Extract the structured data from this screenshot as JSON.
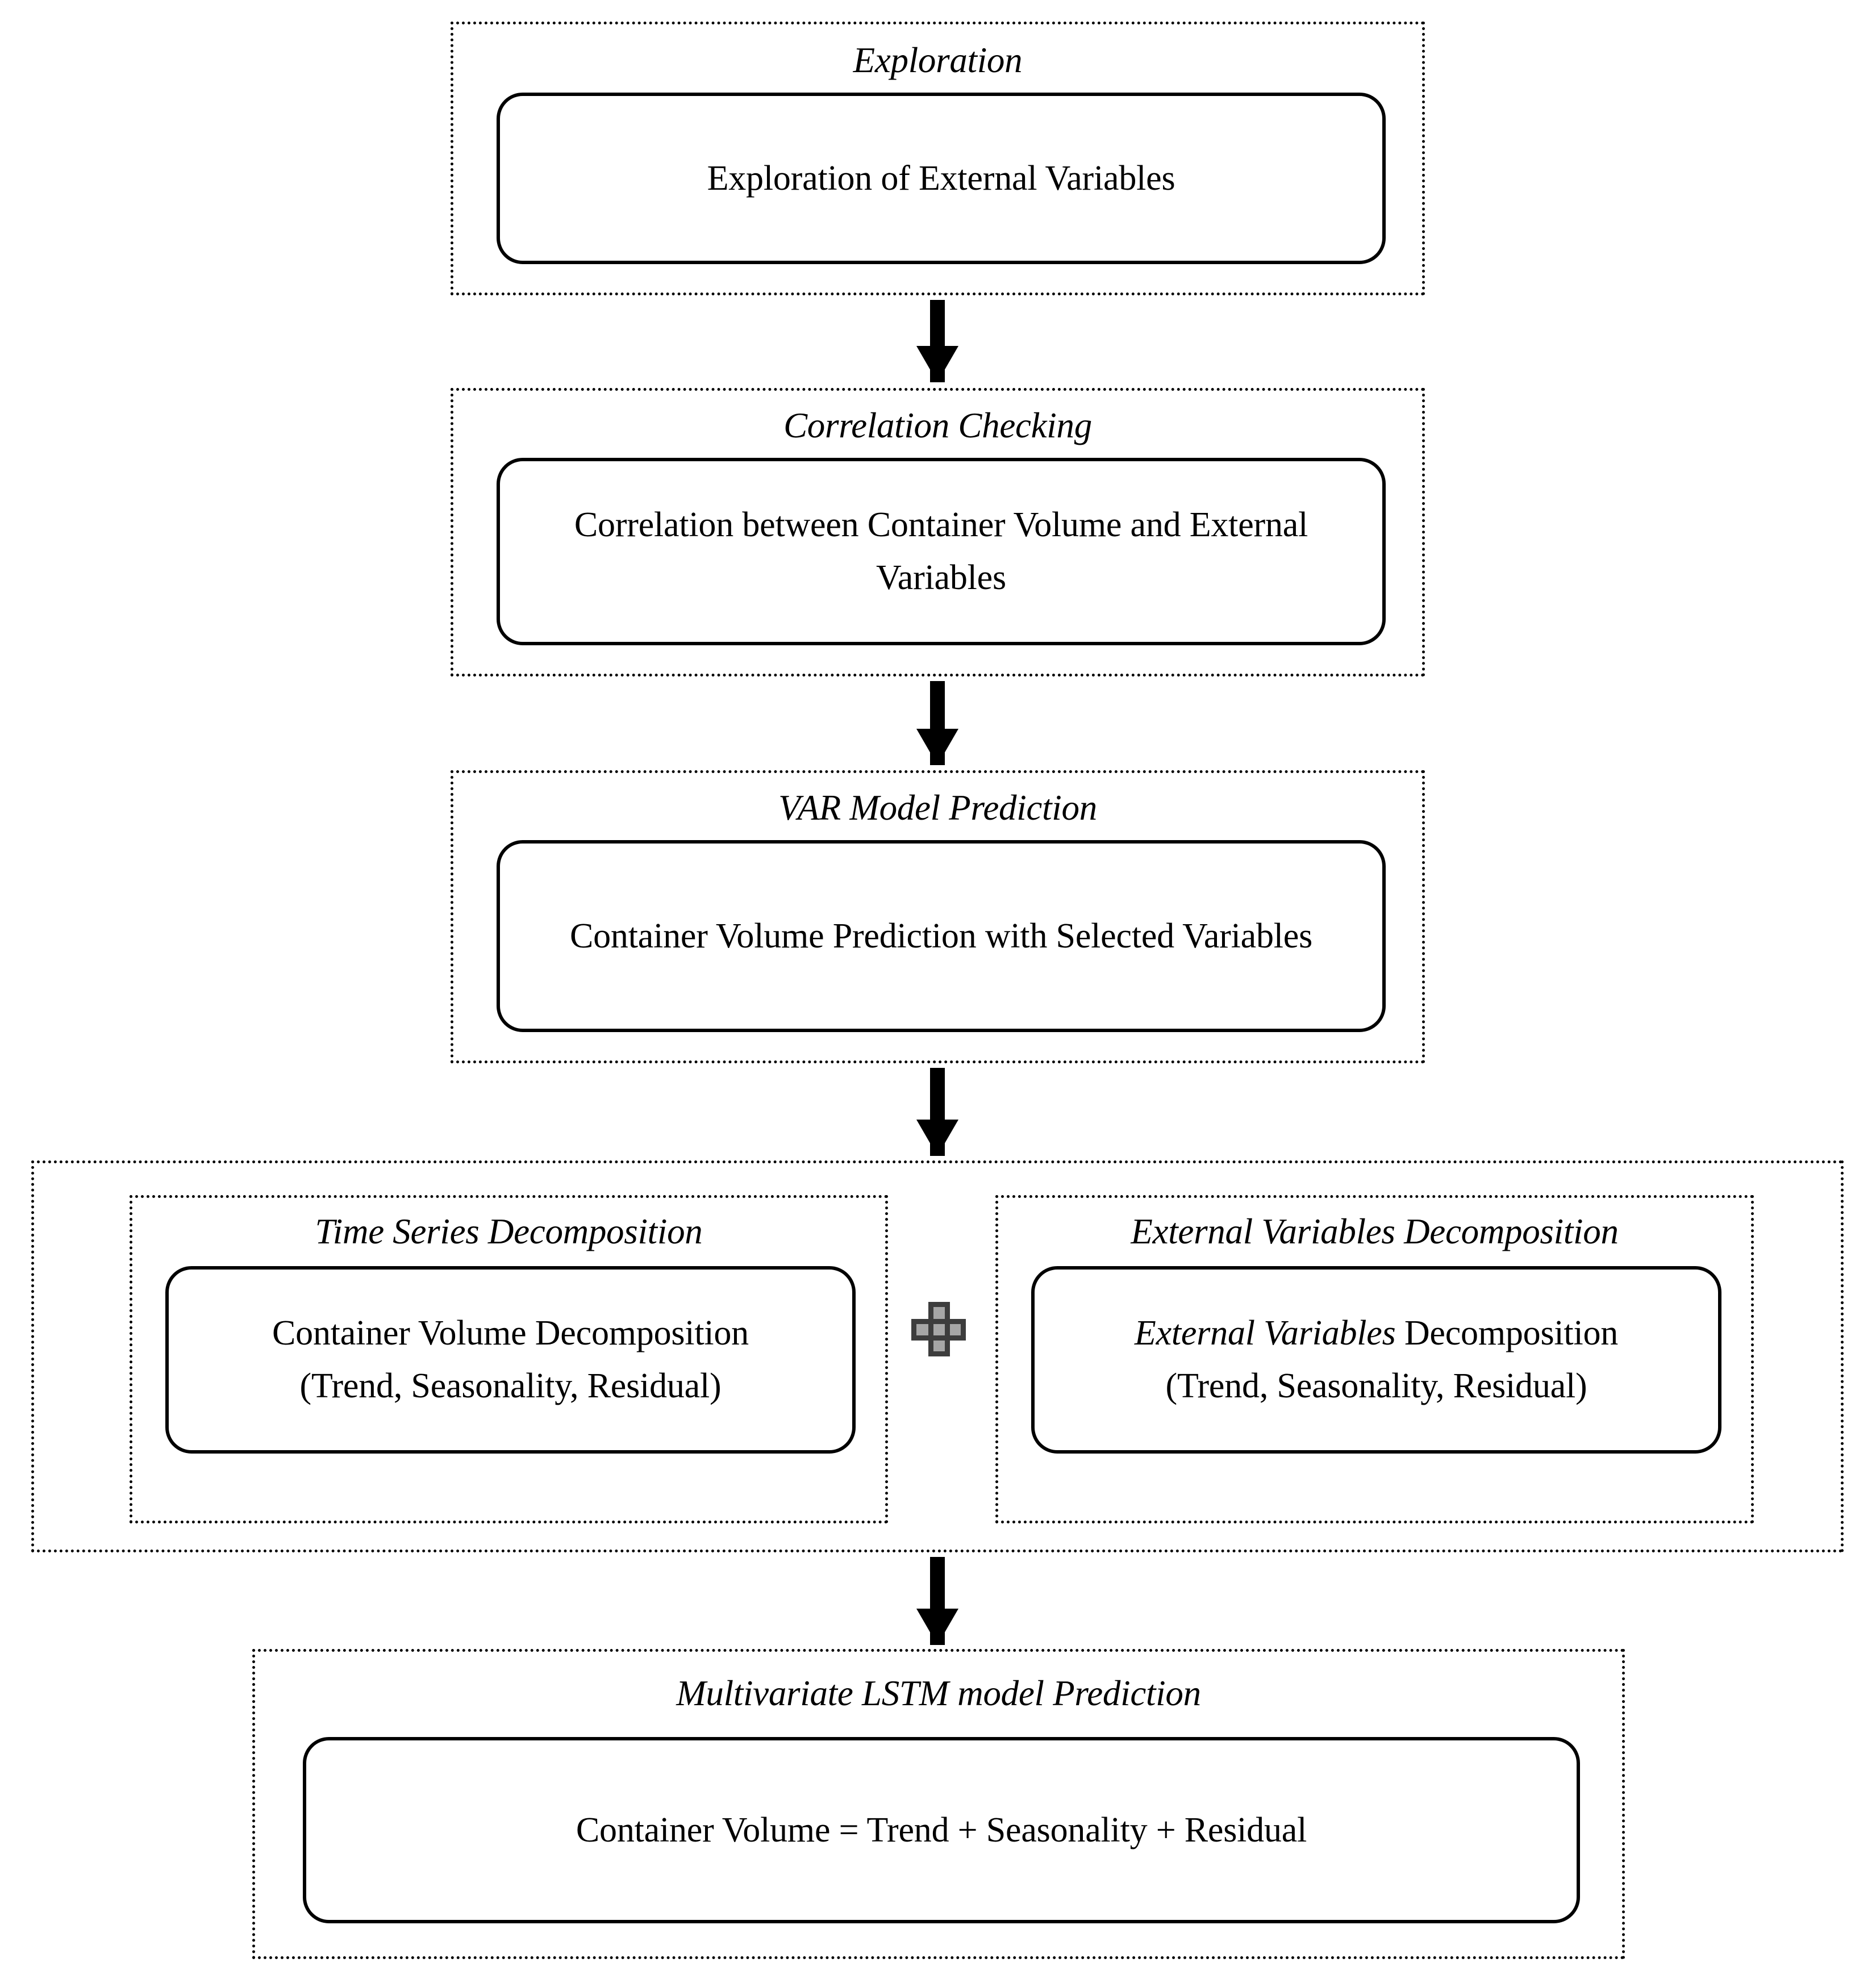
{
  "diagram": {
    "title": "Container Volume Forecasting Methodology Flowchart",
    "colors": {
      "stroke": "#000000",
      "background": "#ffffff",
      "plus_fill": "#a6a6a6",
      "plus_outline": "#3d3d3d"
    },
    "sections": [
      {
        "id": "exploration",
        "caption": "Exploration",
        "card_text": "Exploration of External Variables"
      },
      {
        "id": "correlation",
        "caption": "Correlation Checking",
        "card_text": "Correlation  between Container Volume and External Variables"
      },
      {
        "id": "var",
        "caption": "VAR Model Prediction",
        "card_text": "Container Volume Prediction with Selected Variables"
      },
      {
        "id": "decomposition_left",
        "caption": "Time Series Decomposition",
        "card_line1": "Container Volume Decomposition",
        "card_line2": "(Trend,  Seasonality,  Residual)"
      },
      {
        "id": "decomposition_right",
        "caption": "External Variables Decomposition",
        "card_line1_italic": "External Variables",
        "card_line1_roman": " Decomposition",
        "card_line2": "(Trend,  Seasonality,  Residual)"
      },
      {
        "id": "lstm",
        "caption": "Multivariate LSTM model Prediction",
        "card_text": "Container Volume  = Trend + Seasonality + Residual"
      }
    ],
    "connectors": [
      {
        "id": "arrow-exploration-to-correlation",
        "direction": "down"
      },
      {
        "id": "arrow-correlation-to-var",
        "direction": "down"
      },
      {
        "id": "arrow-var-to-decomposition",
        "direction": "down"
      },
      {
        "id": "arrow-decomposition-to-lstm",
        "direction": "down"
      }
    ],
    "operators": [
      {
        "id": "plus-between-decompositions",
        "glyph": "plus-icon"
      }
    ]
  }
}
